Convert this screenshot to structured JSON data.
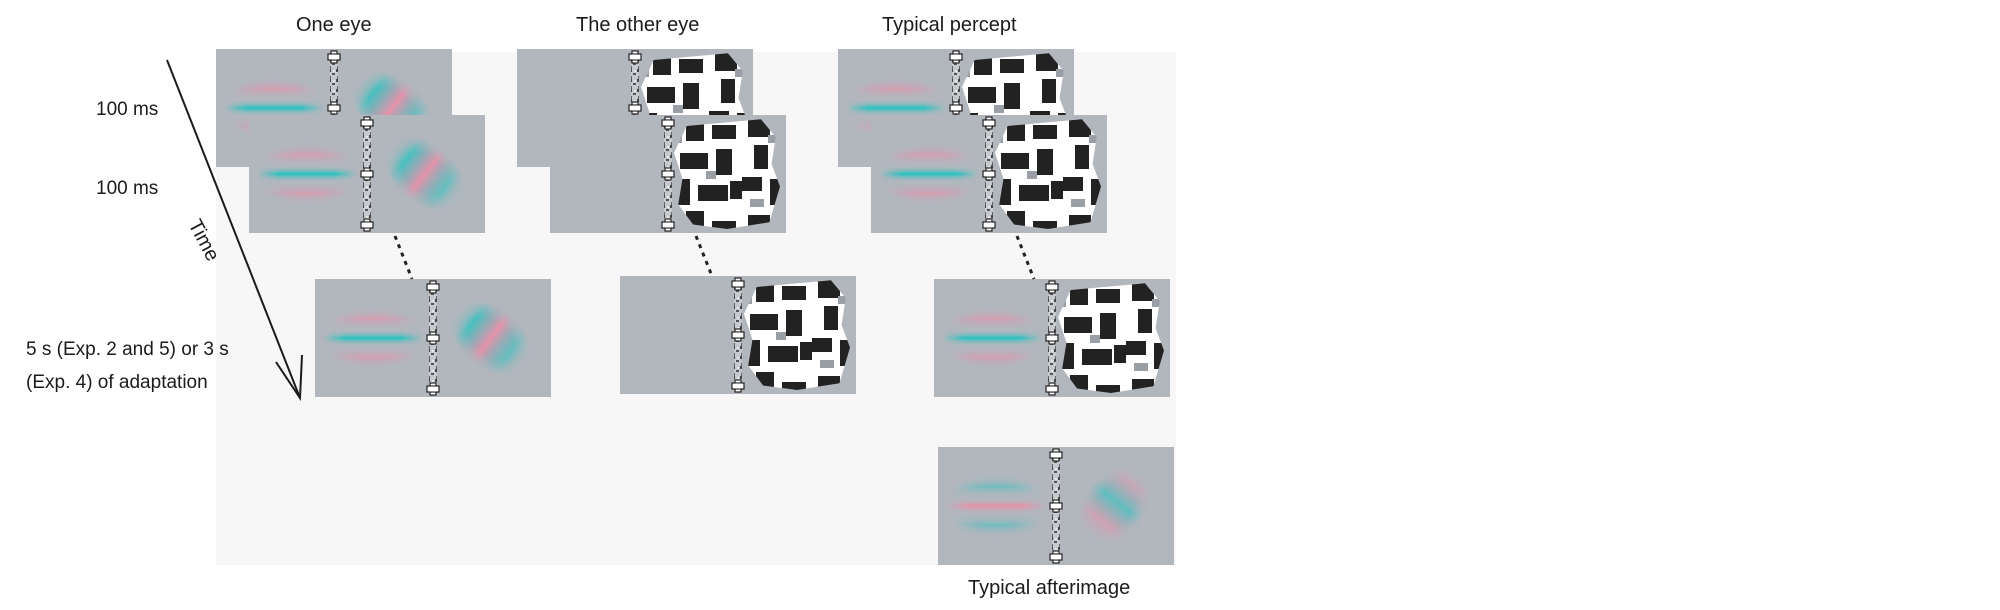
{
  "columns": {
    "one_eye": "One eye",
    "other_eye": "The other eye",
    "percept": "Typical percept"
  },
  "timeline": {
    "axis_label": "Time",
    "frame1_duration": "100 ms",
    "frame2_duration": "100 ms",
    "adaptation_note": "5 s (Exp. 2 and 5) or 3 s (Exp. 4) of adaptation"
  },
  "afterimage": {
    "label": "Typical afterimage"
  },
  "colors": {
    "panel": "#b2b7be",
    "pink": "#f08aa6",
    "cyan": "#1ec3bf",
    "mask_black": "#222222",
    "mask_white": "#ffffff"
  }
}
